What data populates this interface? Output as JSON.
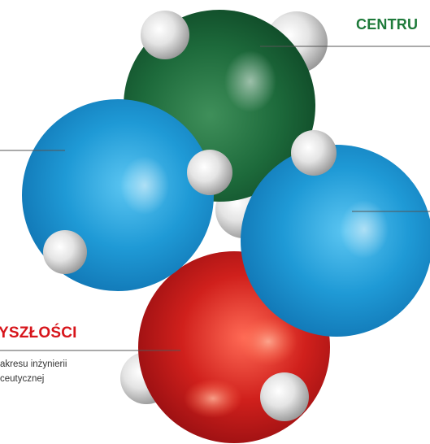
{
  "headings": {
    "green": "CENTRU",
    "red": "YSZŁOŚCI"
  },
  "description": {
    "line1": "akresu inżynierii",
    "line2": "ceutycznej"
  },
  "colors": {
    "green_heading": "#1e7a3a",
    "red_heading": "#d7151b",
    "green_sphere": "#1b6b3c",
    "blue_sphere": "#1e9ad6",
    "red_sphere": "#c8141a",
    "grey_sphere": "#d9d9d9",
    "leader_line": "#555555"
  }
}
